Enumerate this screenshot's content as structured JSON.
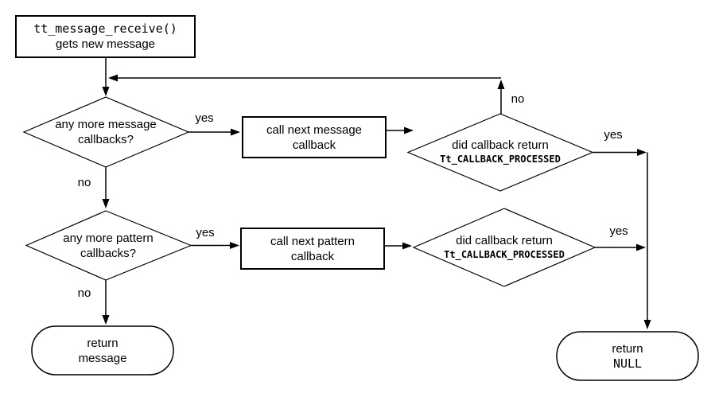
{
  "colors": {
    "background": "#ffffff",
    "line": "#000000",
    "text": "#000000",
    "shape_fill": "#ffffff"
  },
  "flowchart": {
    "nodes": {
      "start": {
        "code": "tt_message_receive()",
        "text": "gets new message"
      },
      "message_decision": {
        "line1": "any more message",
        "line2": "callbacks?"
      },
      "message_process": {
        "line1": "call next message",
        "line2": "callback"
      },
      "message_processed_decision": {
        "line1": "did callback return",
        "code": "Tt_CALLBACK_PROCESSED"
      },
      "pattern_decision": {
        "line1": "any more pattern",
        "line2": "callbacks?"
      },
      "pattern_process": {
        "line1": "call next pattern",
        "line2": "callback"
      },
      "pattern_processed_decision": {
        "line1": "did callback return",
        "code": "Tt_CALLBACK_PROCESSED"
      },
      "return_message": {
        "line1": "return",
        "line2": "message"
      },
      "return_null": {
        "line1": "return",
        "code": "NULL"
      }
    },
    "edge_labels": {
      "message_yes": "yes",
      "message_no": "no",
      "message_processed_yes": "yes",
      "message_processed_no": "no",
      "pattern_yes": "yes",
      "pattern_no": "no",
      "pattern_processed_yes": "yes"
    }
  }
}
